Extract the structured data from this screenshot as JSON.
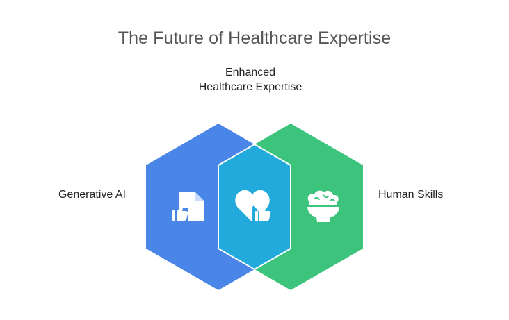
{
  "title": "The Future of Healthcare Expertise",
  "intersection": {
    "label_line1": "Enhanced",
    "label_line2": "Healthcare Expertise",
    "icon": "heart-thumbs-up-icon"
  },
  "left": {
    "label": "Generative AI",
    "icon": "document-thumbs-up-icon"
  },
  "right": {
    "label": "Human Skills",
    "icon": "brain-icon"
  },
  "colors": {
    "left": "#4a86e8",
    "right": "#3cc47c",
    "overlap": "#21aadb",
    "title": "#555555",
    "text": "#222222"
  }
}
